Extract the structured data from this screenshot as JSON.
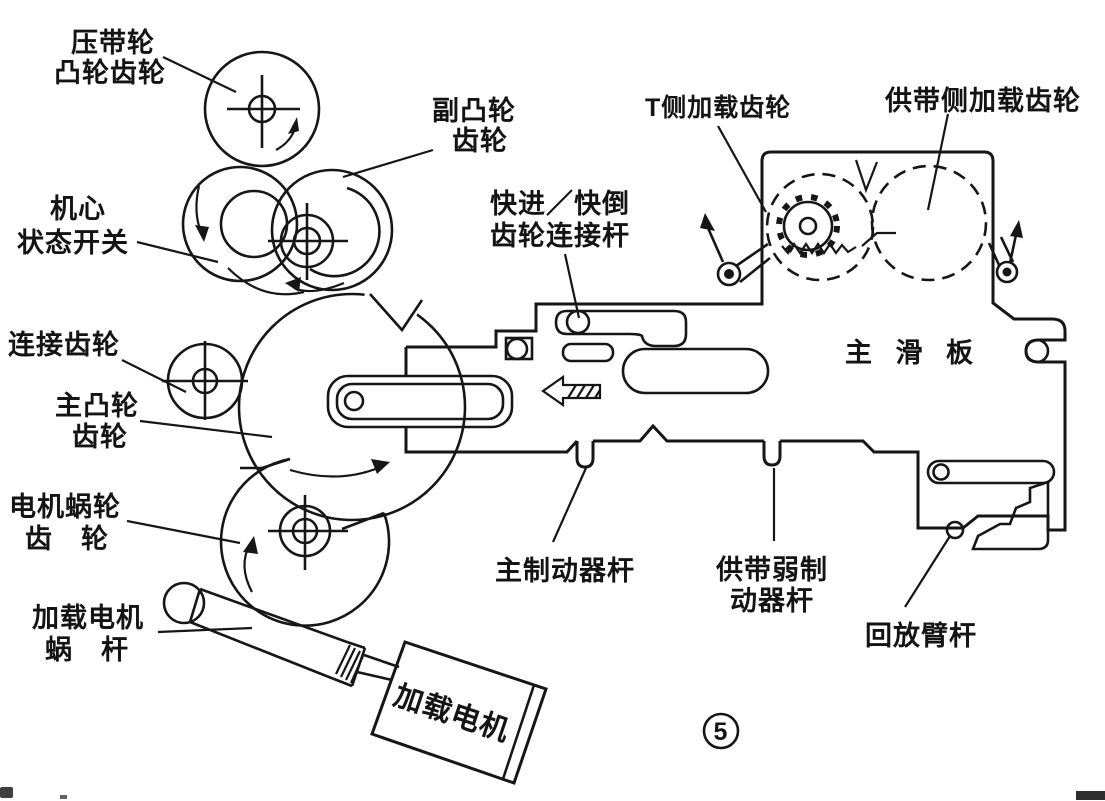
{
  "figure": {
    "number": "5",
    "kind": "mechanism-line-diagram",
    "colors": {
      "ink": "#161616",
      "background": "#ffffff"
    }
  },
  "labels": {
    "pinch_roller_cam_gear_l1": "压带轮",
    "pinch_roller_cam_gear_l2": "凸轮齿轮",
    "sub_cam_gear_l1": "副凸轮",
    "sub_cam_gear_l2": "齿轮",
    "mech_state_switch_l1": "机心",
    "mech_state_switch_l2": "状态开关",
    "connecting_gear": "连接齿轮",
    "main_cam_gear_l1": "主凸轮",
    "main_cam_gear_l2": "齿轮",
    "motor_worm_gear_l1": "电机蜗轮",
    "motor_worm_gear_l2": "齿　轮",
    "loading_motor_worm_l1": "加载电机",
    "loading_motor_worm_l2": "蜗　杆",
    "ff_rew_link_l1": "快进／快倒",
    "ff_rew_link_l2": "齿轮连接杆",
    "t_side_loading_gear": "T侧加载齿轮",
    "supply_side_loading_gear": "供带侧加载齿轮",
    "main_slide_plate": "主 滑 板",
    "main_brake_lever": "主制动器杆",
    "supply_weak_brake_l1": "供带弱制",
    "supply_weak_brake_l2": "动器杆",
    "playback_arm_lever": "回放臂杆",
    "loading_motor": "加载电机",
    "figure_number": "5"
  }
}
